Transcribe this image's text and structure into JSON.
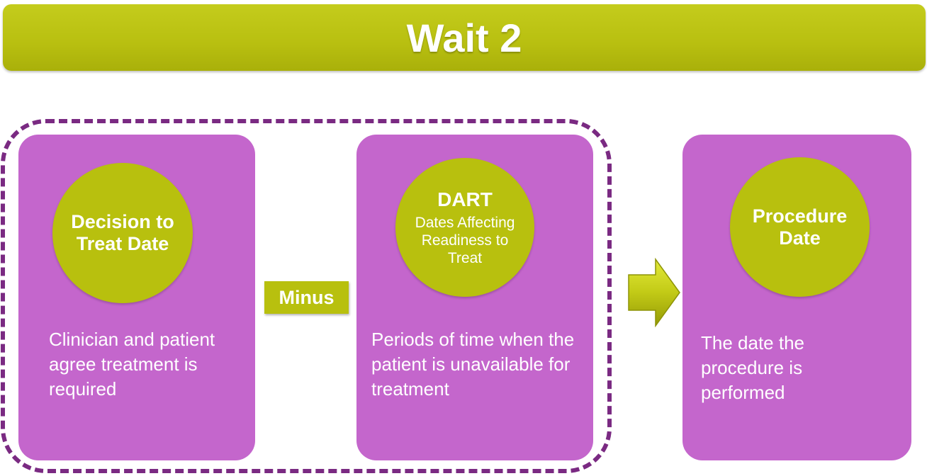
{
  "banner": {
    "title": "Wait 2"
  },
  "steps": [
    {
      "circle_label": "Decision to Treat Date",
      "description": "Clinician and patient agree treatment is required"
    },
    {
      "circle_title": "DART",
      "circle_subtitle": "Dates Affecting Readiness to Treat",
      "description": "Periods of time when the patient is unavailable for treatment"
    },
    {
      "circle_label": "Procedure Date",
      "description": "The date the procedure is performed"
    }
  ],
  "operator": {
    "label": "Minus"
  },
  "connector": {
    "icon": "arrow-right-icon"
  },
  "colors": {
    "accent_green": "#b8c00e",
    "card_purple": "#c466cc",
    "dash_purple": "#7a2a82",
    "text": "#ffffff"
  }
}
